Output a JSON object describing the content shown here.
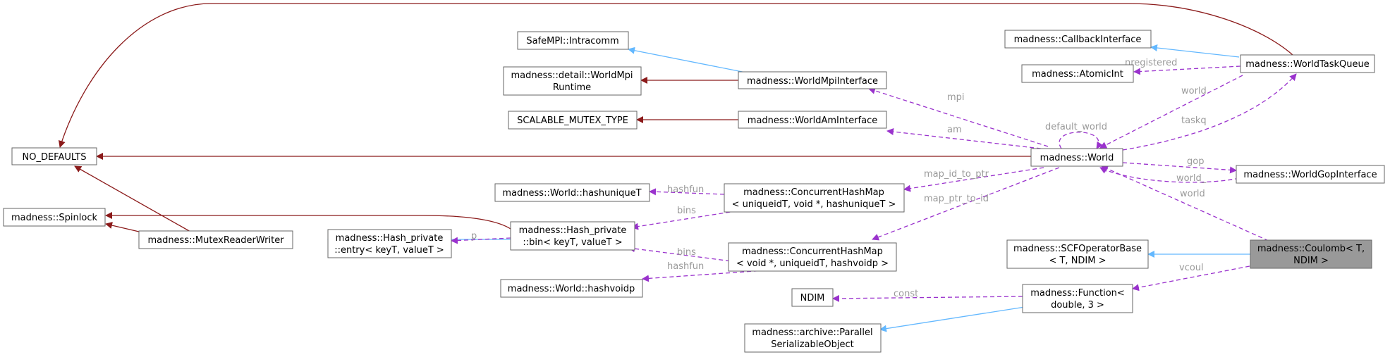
{
  "colors": {
    "inherit": "#63b8ff",
    "private": "#8b1a1a",
    "use": "#9a32cd",
    "highlight": "#999999"
  },
  "nodes": {
    "no_defaults": [
      "NO_DEFAULTS"
    ],
    "spinlock": [
      "madness::Spinlock"
    ],
    "mutex_rw": [
      "madness::MutexReaderWriter"
    ],
    "hp_entry": [
      "madness::Hash_private",
      "::entry< keyT, valueT >"
    ],
    "hp_bin": [
      "madness::Hash_private",
      "::bin< keyT, valueT >"
    ],
    "hashuniquet": [
      "madness::World::hashuniqueT"
    ],
    "hashvoidp": [
      "madness::World::hashvoidp"
    ],
    "chm_unique": [
      "madness::ConcurrentHashMap",
      "< uniqueidT, void *, hashuniqueT >"
    ],
    "chm_void": [
      "madness::ConcurrentHashMap",
      "< void *, uniqueidT, hashvoidp >"
    ],
    "safempi": [
      "SafeMPI::Intracomm"
    ],
    "worldmpiruntime": [
      "madness::detail::WorldMpi",
      "Runtime"
    ],
    "scalable": [
      "SCALABLE_MUTEX_TYPE"
    ],
    "worldmpi": [
      "madness::WorldMpiInterface"
    ],
    "worldam": [
      "madness::WorldAmInterface"
    ],
    "world": [
      "madness::World"
    ],
    "callback": [
      "madness::CallbackInterface"
    ],
    "atomicint": [
      "madness::AtomicInt"
    ],
    "taskq": [
      "madness::WorldTaskQueue"
    ],
    "gop": [
      "madness::WorldGopInterface"
    ],
    "scfop": [
      "madness::SCFOperatorBase",
      "< T, NDIM >"
    ],
    "coulomb": [
      "madness::Coulomb< T,",
      "NDIM >"
    ],
    "ndim": [
      "NDIM"
    ],
    "function": [
      "madness::Function<",
      "double, 3 >"
    ],
    "archive": [
      "madness::archive::Parallel",
      "SerializableObject"
    ]
  },
  "edge_labels": {
    "nregistered": "nregistered",
    "world_tq": "world",
    "taskq": "taskq",
    "mpi": "mpi",
    "am": "am",
    "default_world": "default_world",
    "gop": "gop",
    "world_gop": "world_",
    "world_coul": "world",
    "map_id_to_ptr": "map_id_to_ptr",
    "map_ptr_to_id": "map_ptr_to_id",
    "hashfun_u": "hashfun",
    "bins_u": "bins",
    "p": "p",
    "bins_v": "bins",
    "hashfun_v": "hashfun",
    "const": "const",
    "vcoul": "vcoul"
  }
}
